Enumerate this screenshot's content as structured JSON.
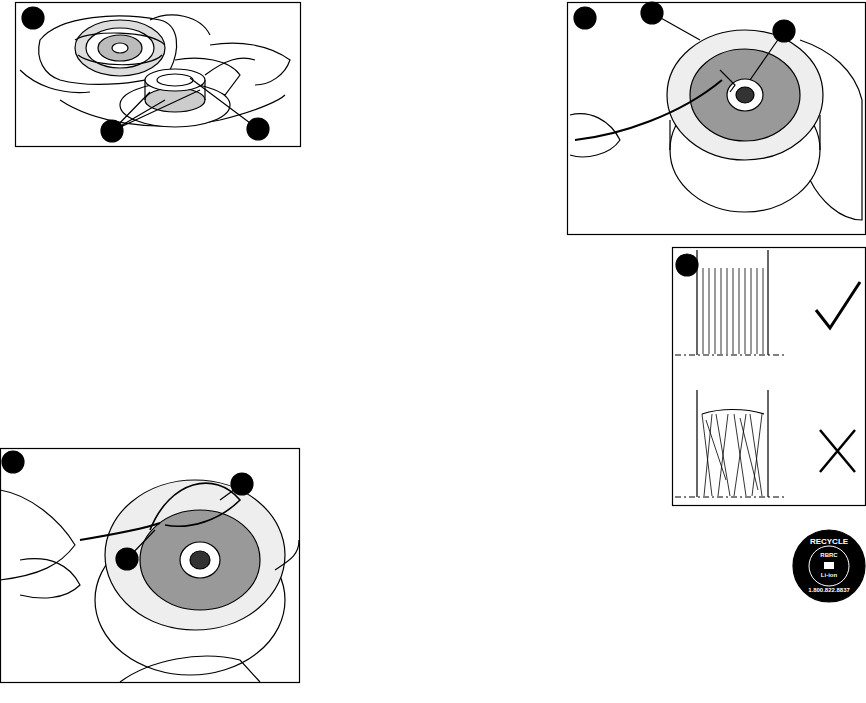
{
  "diagram": {
    "labels": [
      "RECYCLE",
      "RBRC",
      "Li-ion",
      "1.800.822.8837"
    ]
  }
}
